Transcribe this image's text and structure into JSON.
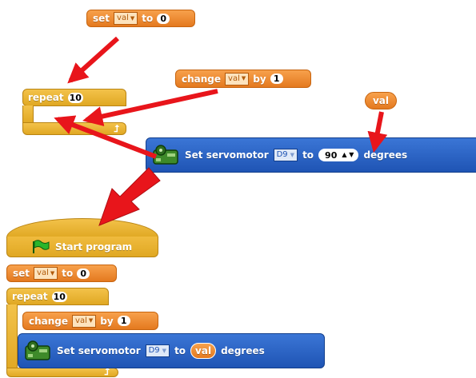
{
  "blocks": {
    "set_val_top": {
      "set": "set",
      "var": "val",
      "to": "to",
      "value": "0"
    },
    "repeat_top": {
      "label": "repeat",
      "count": "10"
    },
    "change_top": {
      "label": "change",
      "var": "val",
      "by": "by",
      "value": "1"
    },
    "val_reporter": {
      "label": "val"
    },
    "servo_top": {
      "label": "Set servomotor",
      "pin": "D9",
      "to": "to",
      "value": "90",
      "unit": "degrees"
    },
    "start": {
      "label": "Start program"
    },
    "set_val_prog": {
      "set": "set",
      "var": "val",
      "to": "to",
      "value": "0"
    },
    "repeat_prog": {
      "label": "repeat",
      "count": "10"
    },
    "change_prog": {
      "label": "change",
      "var": "val",
      "by": "by",
      "value": "1"
    },
    "servo_prog": {
      "label": "Set servomotor",
      "pin": "D9",
      "to": "to",
      "value": "val",
      "unit": "degrees"
    }
  },
  "colors": {
    "variable_block": "#e4791f",
    "control_block": "#e0a823",
    "servo_block": "#1f54b4",
    "arrow": "#e8151b"
  },
  "icons": [
    "green-flag-icon",
    "servomotor-icon",
    "dropdown-arrow-icon",
    "stepper-arrows-icon",
    "loop-return-arrow-icon"
  ]
}
